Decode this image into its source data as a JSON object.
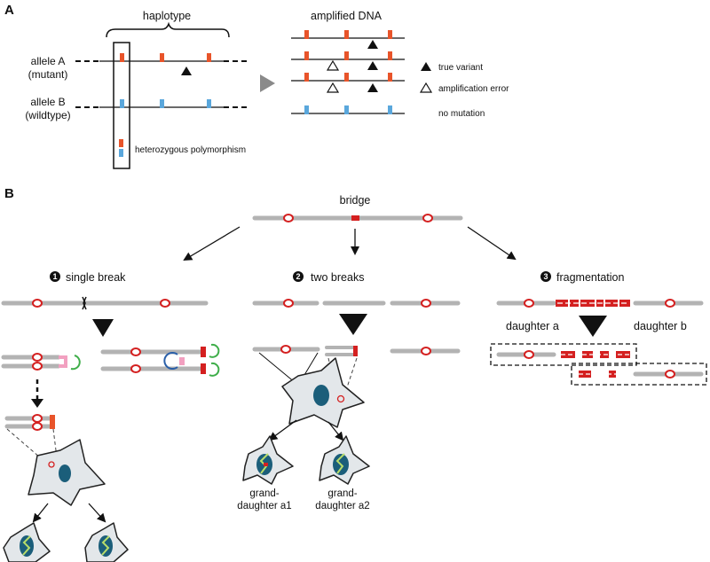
{
  "panel_a": {
    "label": "A",
    "haplotype_label": "haplotype",
    "allele_a_line1": "allele A",
    "allele_a_line2": "(mutant)",
    "allele_b_line1": "allele B",
    "allele_b_line2": "(wildtype)",
    "het_label": "heterozygous polymorphism",
    "amplified_label": "amplified DNA",
    "legend": {
      "true_variant": "true variant",
      "amp_error": "amplification error",
      "no_mutation": "no mutation"
    }
  },
  "panel_b": {
    "label": "B",
    "bridge_label": "bridge",
    "steps": [
      {
        "num": "1",
        "label": "single break"
      },
      {
        "num": "2",
        "label": "two breaks"
      },
      {
        "num": "3",
        "label": "fragmentation"
      }
    ],
    "daughter_a": "daughter a",
    "daughter_b": "daughter b",
    "granddaughter_a1_line1": "grand-",
    "granddaughter_a1_line2": "daughter a1",
    "granddaughter_a2_line1": "grand-",
    "granddaughter_a2_line2": "daughter a2"
  },
  "colors": {
    "orange": "#e8542a",
    "blue": "#5aa7dc",
    "chromosome_gray": "#b3b3b3",
    "centromere_red": "#d42020",
    "nucleus": "#1b5e7a",
    "cell_fill": "#e3e7ea",
    "pink": "#f2a0c0",
    "green": "#3fae4a",
    "dark_blue": "#2a5fa8"
  }
}
